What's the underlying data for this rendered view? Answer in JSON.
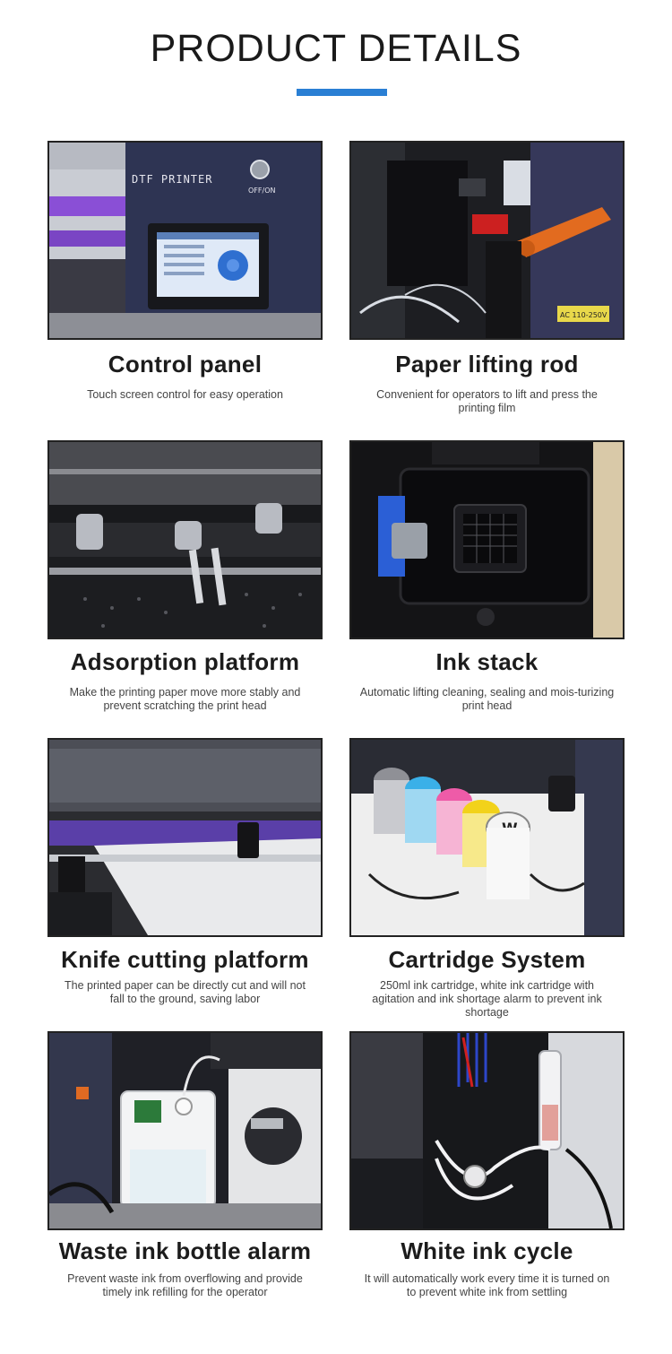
{
  "header": {
    "title": "PRODUCT DETAILS",
    "accent_color": "#2a7fd4"
  },
  "features": [
    {
      "title": "Control panel",
      "description": "Touch screen control for easy operation",
      "image": "control-panel-photo",
      "overlay": [
        "DTF PRINTER",
        "OFF/ON"
      ]
    },
    {
      "title": "Paper lifting rod",
      "description": "Convenient for operators to lift and press the printing film",
      "image": "paper-lifting-rod-photo",
      "overlay": [
        "AC 110-250V"
      ]
    },
    {
      "title": "Adsorption platform",
      "description": "Make the printing paper move more stably and prevent scratching the print head",
      "image": "adsorption-platform-photo"
    },
    {
      "title": "Ink stack",
      "description": "Automatic lifting cleaning, sealing and mois-turizing print head",
      "image": "ink-stack-photo"
    },
    {
      "title": "Knife cutting platform",
      "description": "The printed paper can be directly cut and will not fall to the ground, saving labor",
      "image": "knife-cutting-platform-photo"
    },
    {
      "title": "Cartridge System",
      "description": "250ml ink cartridge, white ink cartridge with agitation and ink shortage alarm to prevent ink shortage",
      "image": "cartridge-system-photo",
      "overlay": [
        "W"
      ]
    },
    {
      "title": "Waste ink bottle alarm",
      "description": "Prevent waste ink from overflowing and provide timely ink refilling for the operator",
      "image": "waste-ink-bottle-photo"
    },
    {
      "title": "White ink cycle",
      "description": "It will automatically work every time it is turned on to prevent white ink from settling",
      "image": "white-ink-cycle-photo"
    }
  ]
}
